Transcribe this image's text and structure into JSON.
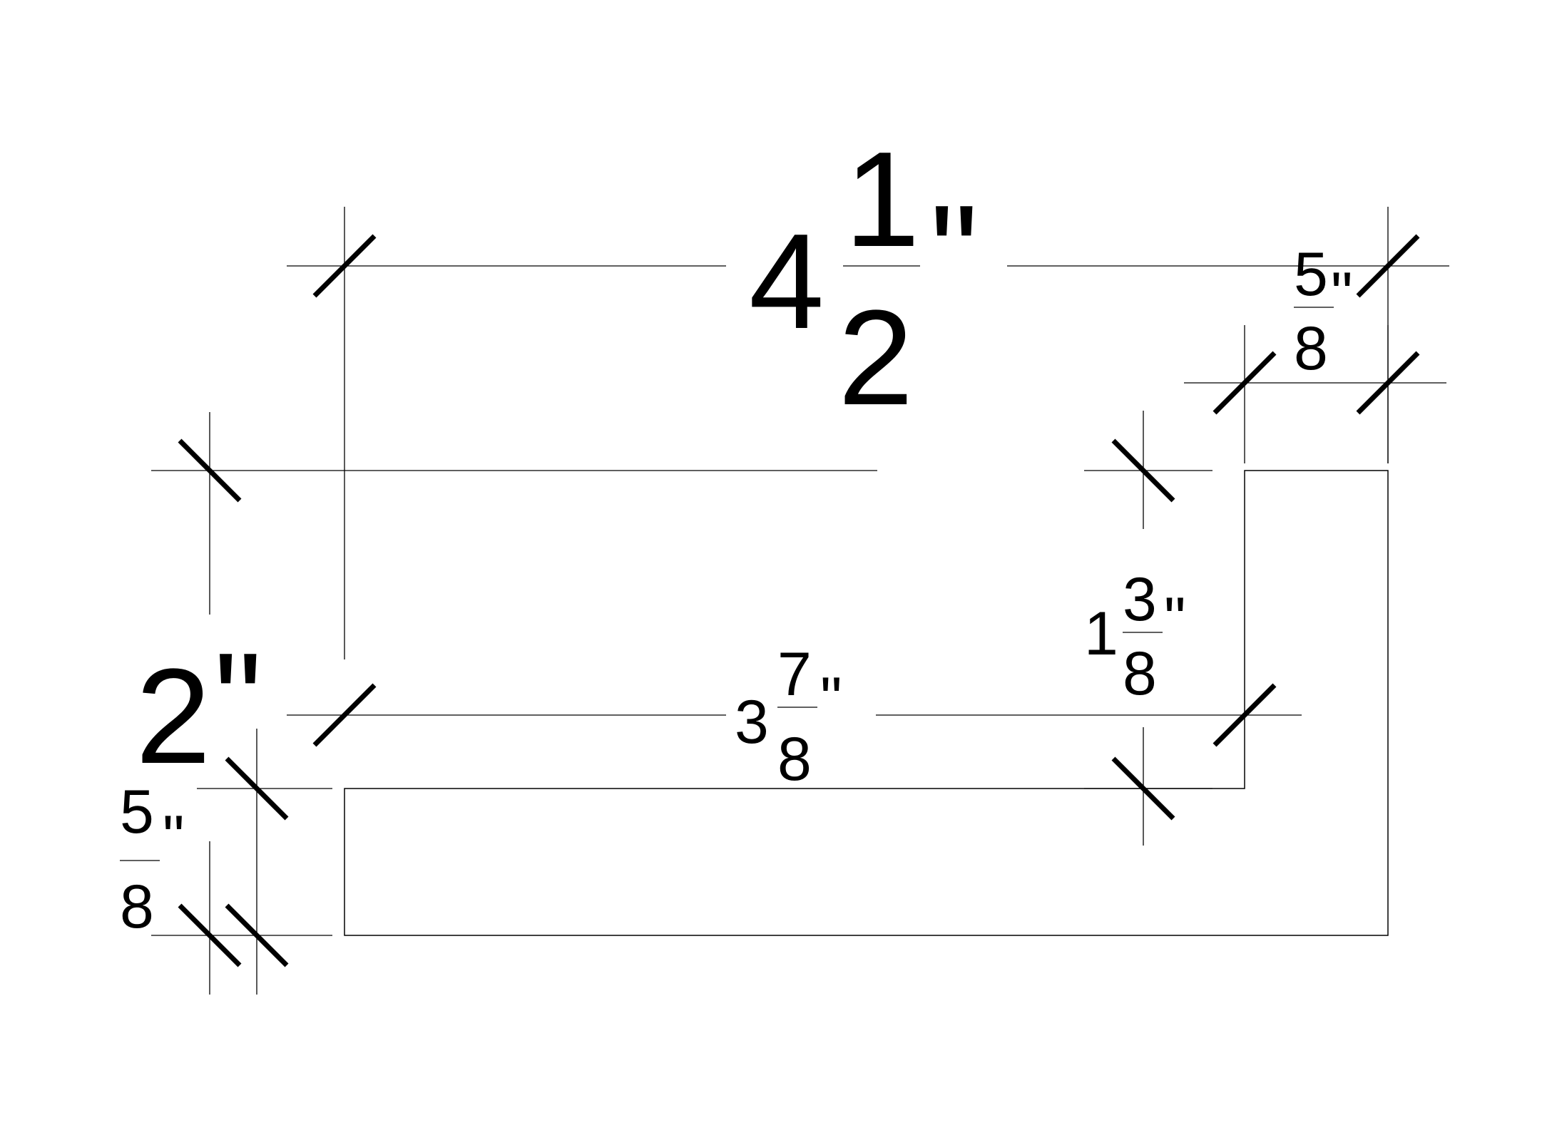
{
  "dimensions": {
    "overall_width": {
      "whole": "4",
      "numerator": "1",
      "denominator": "2",
      "unit": "\""
    },
    "top_right_gap": {
      "numerator": "5",
      "denominator": "8",
      "unit": "\""
    },
    "height_left": {
      "whole": "2",
      "unit": "\""
    },
    "right_leg_height": {
      "whole": "1",
      "numerator": "3",
      "denominator": "8",
      "unit": "\""
    },
    "inner_width": {
      "whole": "3",
      "numerator": "7",
      "denominator": "8",
      "unit": "\""
    },
    "bottom_thickness": {
      "numerator": "5",
      "denominator": "8",
      "unit": "\""
    }
  },
  "colors": {
    "line": "#000000",
    "background": "#ffffff"
  }
}
